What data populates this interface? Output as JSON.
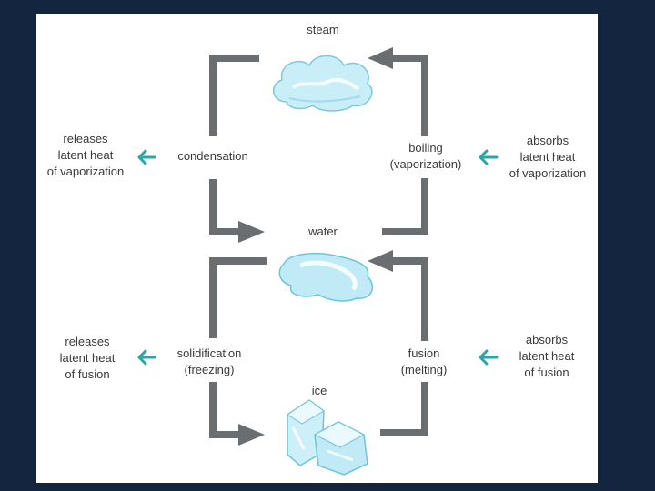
{
  "colors": {
    "background": "#14253f",
    "panel": "#ffffff",
    "loop_arrow": "#6b6e70",
    "side_arrow": "#2aa6a6",
    "text": "#3a3a3a",
    "water_fill": "#bfeaf6"
  },
  "states": {
    "steam": "steam",
    "water": "water",
    "ice": "ice"
  },
  "upper": {
    "left_process": "condensation",
    "right_process": [
      "boiling",
      "(vaporization)"
    ],
    "left_note": [
      "releases",
      "latent heat",
      "of vaporization"
    ],
    "right_note": [
      "absorbs",
      "latent heat",
      "of vaporization"
    ]
  },
  "lower": {
    "left_process": [
      "solidification",
      "(freezing)"
    ],
    "right_process": [
      "fusion",
      "(melting)"
    ],
    "left_note": [
      "releases",
      "latent heat",
      "of fusion"
    ],
    "right_note": [
      "absorbs",
      "latent heat",
      "of fusion"
    ]
  },
  "icons": {
    "steam": "cloud-icon",
    "water": "puddle-icon",
    "ice": "ice-cubes-icon",
    "arrows": "arrow-left-icon"
  }
}
